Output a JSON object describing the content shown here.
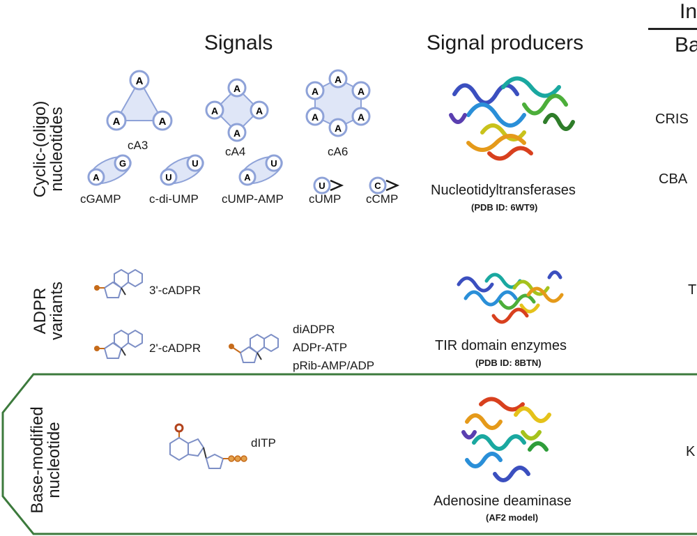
{
  "headers": {
    "signals": "Signals",
    "producers": "Signal producers",
    "right_top": "In",
    "right_sub": "Ba"
  },
  "rows": {
    "cyclic": {
      "label_line1": "Cyclic-(oligo)",
      "label_line2": "nucleotides"
    },
    "adpr": {
      "label_line1": "ADPR",
      "label_line2": "variants"
    },
    "base": {
      "label_line1": "Base-modified",
      "label_line2": "nucleotide"
    }
  },
  "ring_letter": "A",
  "cyclic_signals": {
    "cA3": "cA3",
    "cA4": "cA4",
    "cA6": "cA6",
    "cGAMP": "cGAMP",
    "cdiUMP": "c-di-UMP",
    "cUMPAMP": "cUMP-AMP",
    "cUMP": "cUMP",
    "cCMP": "cCMP",
    "g_letter": "G",
    "u_letter": "U",
    "c_letter": "C"
  },
  "adpr_signals": {
    "cADPR3": "3'-cADPR",
    "cADPR2": "2'-cADPR",
    "diADPR": "diADPR",
    "ADPrATP": "ADPr-ATP",
    "pRib": "pRib-AMP/ADP"
  },
  "base_signals": {
    "dITP": "dITP"
  },
  "producers": {
    "ntase": {
      "name": "Nucleotidyltransferases",
      "pdb": "(PDB ID: 6WT9)"
    },
    "tir": {
      "name": "TIR domain enzymes",
      "pdb": "(PDB ID: 8BTN)"
    },
    "ada": {
      "name": "Adenosine deaminase",
      "pdb": "(AF2 model)"
    }
  },
  "right_column": {
    "r1": "CRIS",
    "r2": "CBA",
    "r3": "T",
    "r4": "K"
  },
  "colors": {
    "ring_fill": "#dfe6f7",
    "ring_stroke": "#8ea2d8",
    "highlight_border": "#3c7a3c",
    "phosphate": "#c66b1a"
  }
}
